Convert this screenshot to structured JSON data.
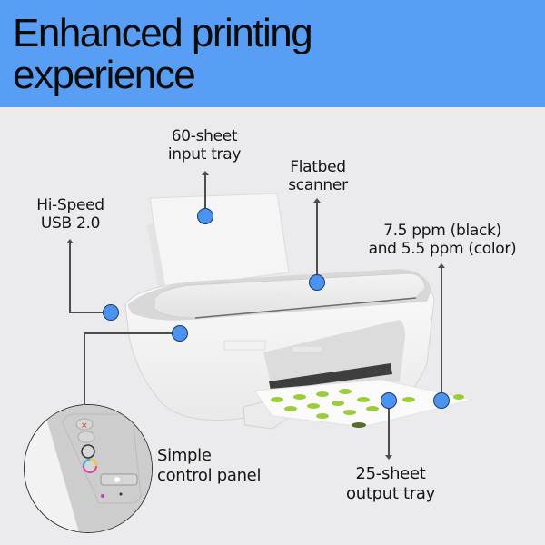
{
  "header": {
    "title_line1": "Enhanced printing",
    "title_line2": "experience",
    "background_color": "#589ef5"
  },
  "callouts": [
    {
      "id": "input-tray",
      "line1": "60-sheet",
      "line2": "input tray"
    },
    {
      "id": "flatbed-scanner",
      "line1": "Flatbed",
      "line2": "scanner"
    },
    {
      "id": "usb",
      "line1": "Hi-Speed",
      "line2": "USB 2.0"
    },
    {
      "id": "print-speed",
      "line1": "7.5 ppm (black)",
      "line2": "and 5.5 ppm (color)"
    },
    {
      "id": "control-panel",
      "line1": "Simple",
      "line2": "control panel"
    },
    {
      "id": "output-tray",
      "line1": "25-sheet",
      "line2": "output tray"
    }
  ],
  "colors": {
    "dot": "#4a93f0",
    "background": "#ebeaec",
    "line": "#4d4d4d"
  },
  "product": {
    "icon": "hp-logo-icon"
  }
}
